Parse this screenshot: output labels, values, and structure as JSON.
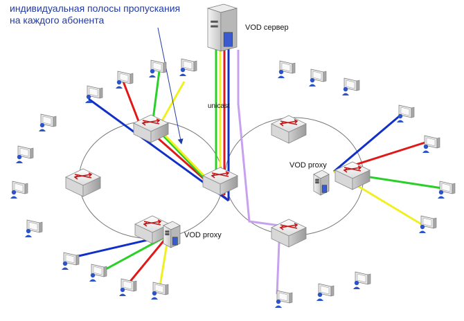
{
  "caption": {
    "line1": "индивидуальная полосы пропускания",
    "line2": "на каждого абонента"
  },
  "labels": {
    "server": "VOD сервер",
    "unicast": "unicast",
    "proxy_right": "VOD proxy",
    "proxy_bottom": "VOD proxy"
  },
  "colors": {
    "caption": "#1f3aa8",
    "blue": "#1030c8",
    "red": "#e01818",
    "green": "#28d028",
    "yellow": "#f0f020",
    "lavender": "#c8a0f0",
    "ring": "#777777"
  },
  "icons": {
    "server": "server-tower-icon",
    "proxy": "proxy-server-icon",
    "switch": "network-switch-icon",
    "subscriber": "user-workstation-icon"
  }
}
